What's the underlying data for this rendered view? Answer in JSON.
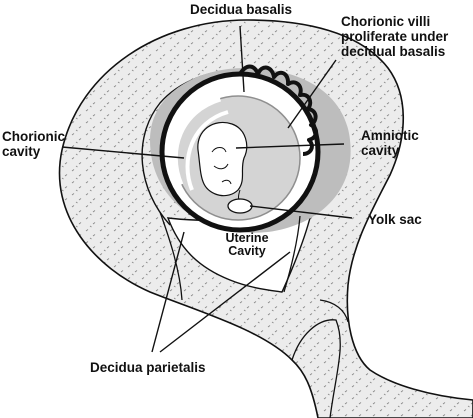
{
  "labels": {
    "decidua_basalis": "Decidua basalis",
    "chorionic_villi_line1": "Chorionic villi",
    "chorionic_villi_line2": "proliferate under",
    "chorionic_villi_line3": "decidual basalis",
    "chorionic_cavity_line1": "Chorionic",
    "chorionic_cavity_line2": "cavity",
    "amniotic_cavity_line1": "Amniotic",
    "amniotic_cavity_line2": "cavity",
    "yolk_sac": "Yolk sac",
    "uterine_cavity_line1": "Uterine",
    "uterine_cavity_line2": "Cavity",
    "decidua_parietalis": "Decidua parietalis"
  },
  "colors": {
    "line": "#111111",
    "decidua_fill": "#ececec",
    "stipple": "#8a8a8a",
    "chorion_band": "#a3a3a3",
    "amnion_fill": "#d4d4d4",
    "chorionic_cavity_fill": "#ffffff"
  }
}
